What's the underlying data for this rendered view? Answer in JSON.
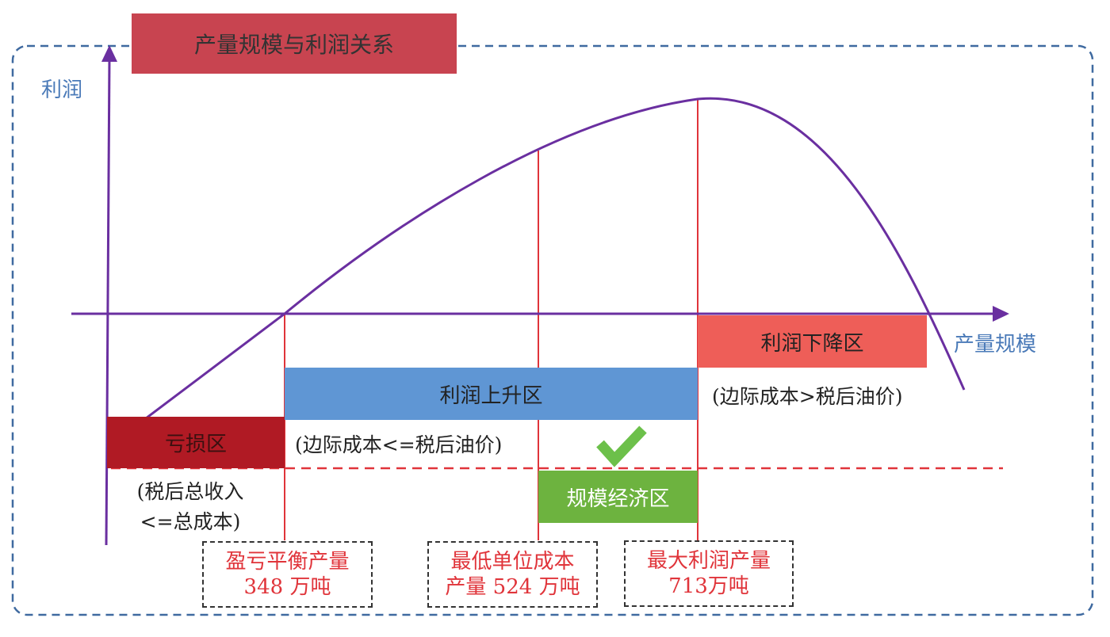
{
  "diagram": {
    "title": "产量规模与利润关系",
    "y_axis_label": "利润",
    "x_axis_label": "产量规模",
    "zones": {
      "loss": "亏损区",
      "profit_rising": "利润上升区",
      "profit_falling": "利润下降区",
      "scale_economy": "规模经济区"
    },
    "notes": {
      "loss_line1": "(税后总收入",
      "loss_line2": "<=总成本)",
      "rising": "(边际成本<=税后油价)",
      "falling": "(边际成本>税后油价)"
    },
    "callouts": {
      "breakeven_line1": "盈亏平衡产量",
      "breakeven_line2": "348 万吨",
      "min_cost_line1": "最低单位成本",
      "min_cost_line2": "产量 524 万吨",
      "max_profit_line1": "最大利润产量",
      "max_profit_line2": "713万吨"
    },
    "colors": {
      "title_bg": "#c84450",
      "curve": "#6a2fa0",
      "axis": "#6a2fa0",
      "marker_line": "#e0343a",
      "loss_zone": "#b01a24",
      "rising_zone": "#5f96d4",
      "falling_zone": "#ee5e58",
      "scale_zone": "#6db33f",
      "check": "#6cc04a",
      "frame": "#3f6aa0",
      "axis_label": "#4a7ab8",
      "callout_text": "#e0343a"
    },
    "icons": {
      "check": "check-mark-icon"
    }
  }
}
